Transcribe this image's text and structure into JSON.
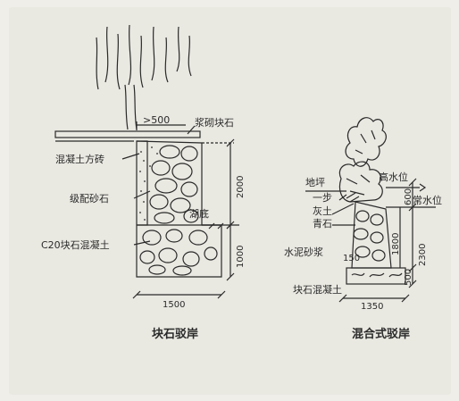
{
  "left_diagram": {
    "caption": "块石驳岸",
    "labels": {
      "min_setback": ">500",
      "mortar_stone": "浆砌块石",
      "concrete_brick": "混凝土方砖",
      "graded_gravel": "级配砂石",
      "lake_bottom": "湖底",
      "foundation": "C20块石混凝土"
    },
    "dimensions": {
      "upper_height": "2000",
      "lower_height": "1000",
      "base_width": "1500"
    }
  },
  "right_diagram": {
    "caption": "混合式驳岸",
    "labels": {
      "ground": "地坪",
      "step": "一步",
      "lime_soil": "灰土",
      "bluestone": "青石",
      "high_water": "高水位",
      "normal_water": "常水位",
      "cement_mortar": "水泥砂浆",
      "foundation": "块石混凝土"
    },
    "dimensions": {
      "top_gap": "600",
      "mid_height": "1800",
      "total_height": "2300",
      "step_offset": "150",
      "base_height": "500",
      "base_width": "1350"
    }
  },
  "colors": {
    "ink": "#2a2a2a",
    "paper": "#e9e8e1"
  }
}
